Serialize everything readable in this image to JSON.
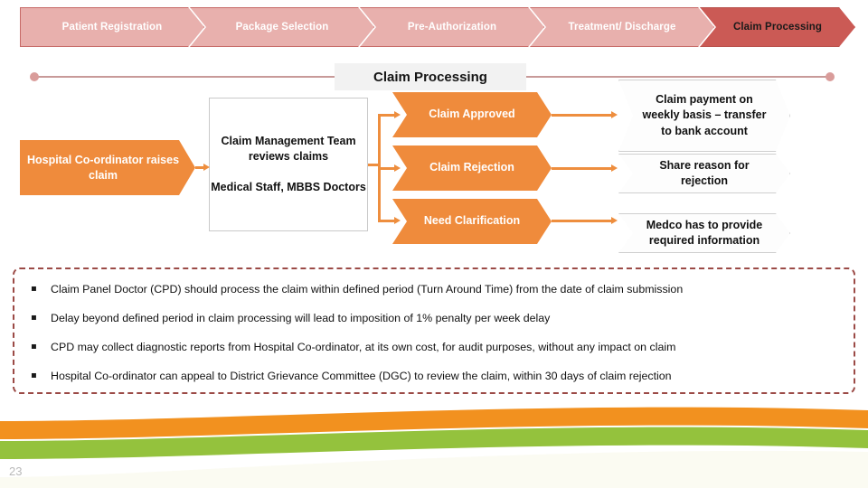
{
  "process_bar": {
    "steps": [
      {
        "label": "Patient Registration",
        "state": "done"
      },
      {
        "label": "Package Selection",
        "state": "done"
      },
      {
        "label": "Pre-Authorization",
        "state": "done"
      },
      {
        "label": "Treatment/ Discharge",
        "state": "done"
      },
      {
        "label": "Claim Processing",
        "state": "active"
      }
    ]
  },
  "section": {
    "title": "Claim Processing"
  },
  "flow": {
    "start_node": "Hospital Co-ordinator raises claim",
    "review_box": {
      "line1": "Claim Management Team reviews claims",
      "line2": "Medical Staff, MBBS Doctors"
    },
    "outcomes": [
      {
        "label": "Claim Approved"
      },
      {
        "label": "Claim Rejection"
      },
      {
        "label": "Need Clarification"
      }
    ],
    "results": [
      {
        "label": "Claim payment on weekly basis – transfer to bank account"
      },
      {
        "label": "Share reason for rejection"
      },
      {
        "label": "Medco has to provide required information"
      }
    ]
  },
  "notes": {
    "bullet_glyph": "▪",
    "items": [
      "Claim Panel Doctor (CPD) should process the claim within defined period (Turn Around Time) from the date of claim submission",
      "Delay beyond defined period in claim processing will lead to imposition of 1% penalty per week delay",
      "CPD may collect diagnostic reports from Hospital Co-ordinator, at its own cost, for audit purposes, without any impact on claim",
      "Hospital Co-ordinator can appeal to District Grievance Committee (DGC) to review the claim, within 30 days of claim rejection"
    ]
  },
  "footer": {
    "page_number": "23"
  },
  "colors": {
    "chevron_inactive": "#e8b0ad",
    "chevron_active": "#cb5a55",
    "orange": "#ef8b3c",
    "green": "#9ac martial",
    "rule": "#c89a99",
    "notes_border": "#9b4a46"
  }
}
